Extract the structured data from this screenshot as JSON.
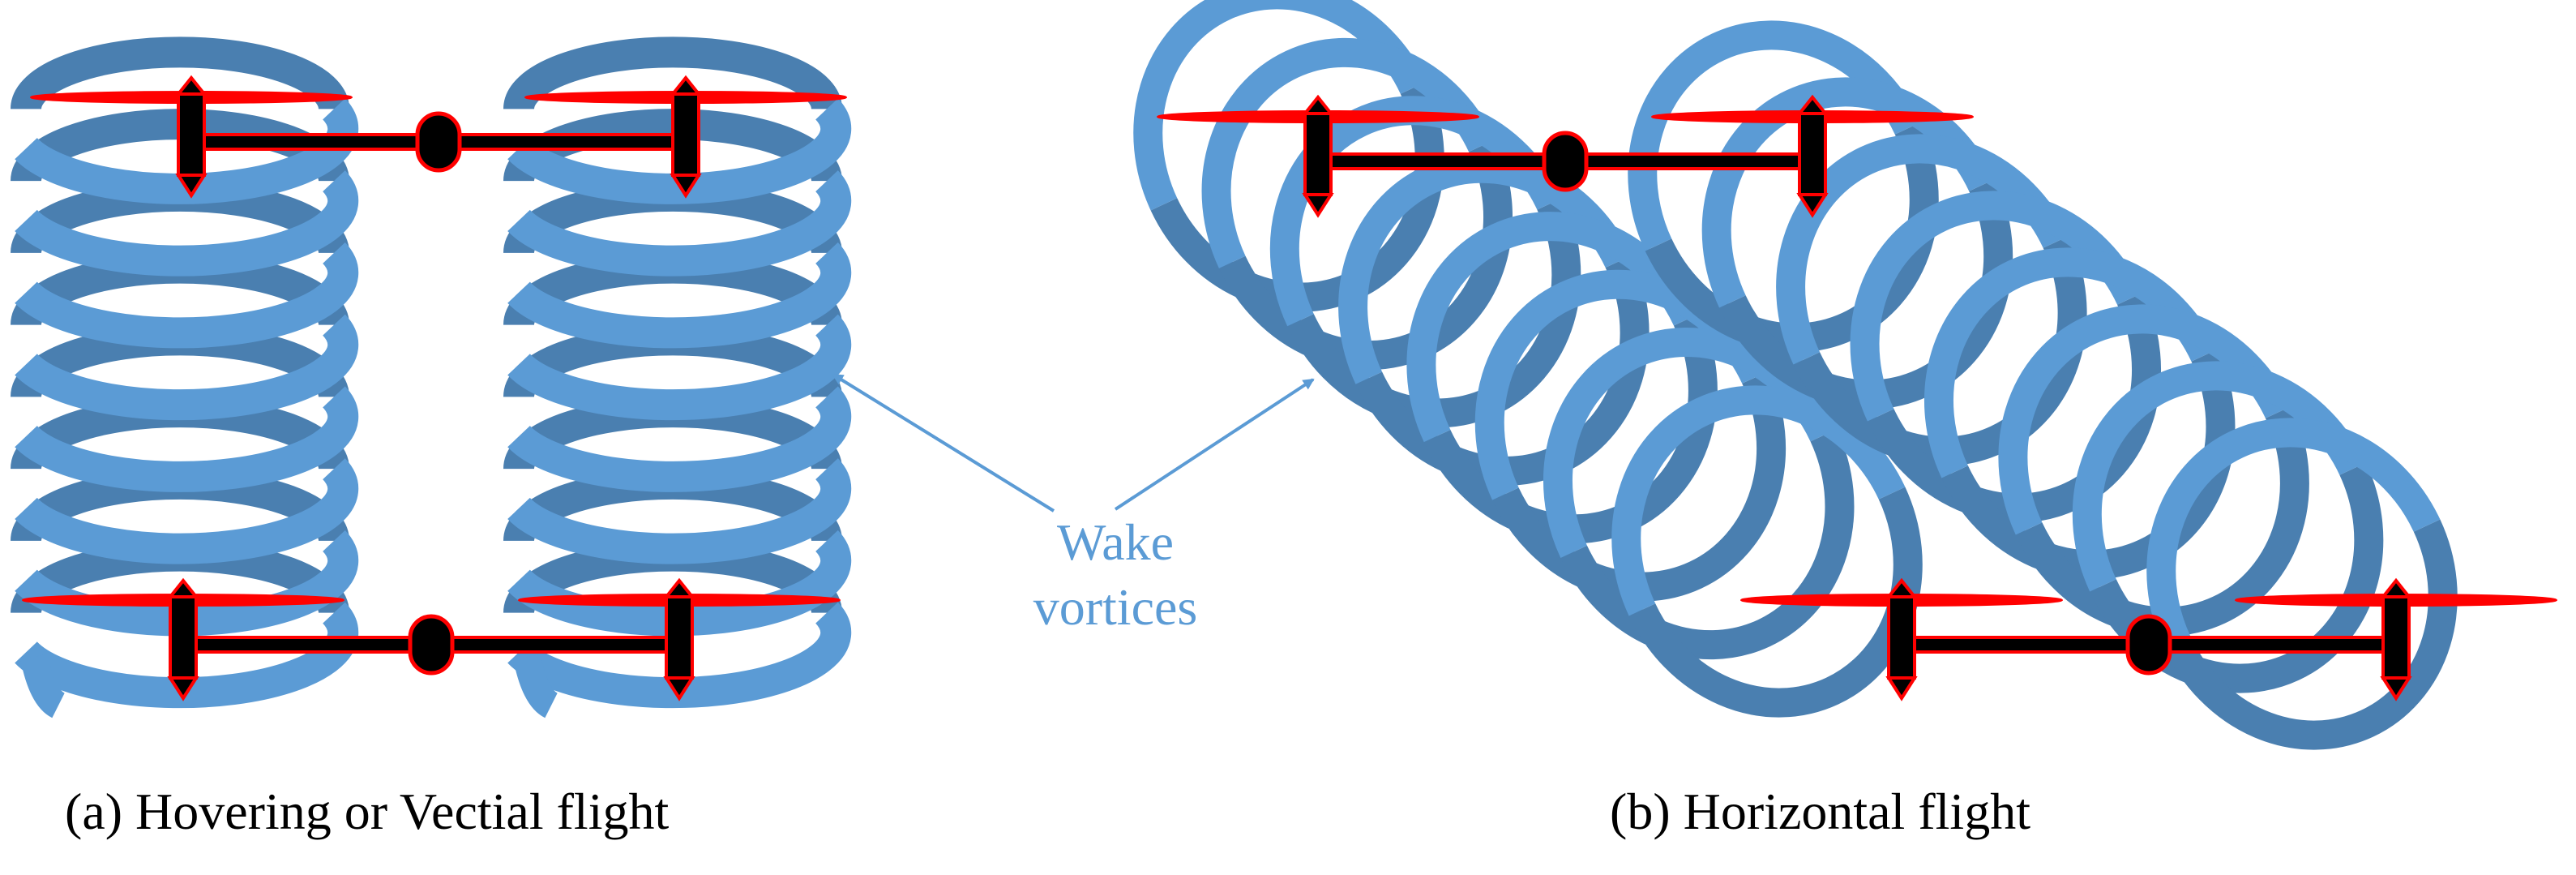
{
  "annotation": {
    "line1": "Wake",
    "line2": "vortices"
  },
  "captions": {
    "left": "(a) Hovering or Vectial flight",
    "right": "(b) Horizontal flight"
  },
  "colors": {
    "vortex_light": "#5B9BD5",
    "vortex_dark": "#4A7FB0",
    "vortex_seam": "#8FB8DF",
    "drone_outline": "#FF0000",
    "drone_fill": "#000000",
    "annotation_text": "#5B9BD5",
    "annotation_arrow": "#5B9BD5",
    "caption_text": "#000000"
  },
  "icons": {
    "drone": "quadcopter-side-view",
    "wake": "helical-vortex-ribbon",
    "arrow": "annotation-arrow"
  }
}
